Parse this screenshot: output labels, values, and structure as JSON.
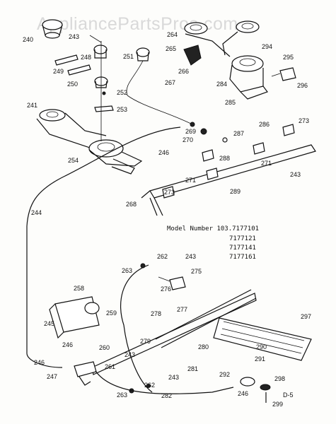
{
  "watermark": "AppliancePartsPros.com",
  "model": {
    "title": "Model Number 103.7177101",
    "variants": [
      "7177121",
      "7177141",
      "7177161"
    ]
  },
  "figure_code": "D-5",
  "labels": {
    "l240": "240",
    "l243a": "243",
    "l248": "248",
    "l251": "251",
    "l249": "249",
    "l250": "250",
    "l252": "252",
    "l253": "253",
    "l241": "241",
    "l254": "254",
    "l267": "267",
    "l264": "264",
    "l265": "265",
    "l266": "266",
    "l284": "284",
    "l294": "294",
    "l295": "295",
    "l296": "296",
    "l285": "285",
    "l286": "286",
    "l273a": "273",
    "l269": "269",
    "l270": "270",
    "l287": "287",
    "l246a": "246",
    "l288": "288",
    "l271a": "271",
    "l271b": "271",
    "l243b": "243",
    "l289": "289",
    "l273b": "273",
    "l268": "268",
    "l244": "244",
    "l262a": "262",
    "l243c": "243",
    "l263a": "263",
    "l275": "275",
    "l276": "276",
    "l258": "258",
    "l259": "259",
    "l278": "278",
    "l277": "277",
    "l297": "297",
    "l245": "245",
    "l279": "279",
    "l246b": "246",
    "l260": "260",
    "l243d": "243",
    "l280": "280",
    "l290": "290",
    "l291": "291",
    "l246c": "246",
    "l261": "261",
    "l243e": "243",
    "l281": "281",
    "l292": "292",
    "l298": "298",
    "l247": "247",
    "l262b": "262",
    "l263b": "263",
    "l282": "282",
    "l246d": "246",
    "l299": "299"
  }
}
